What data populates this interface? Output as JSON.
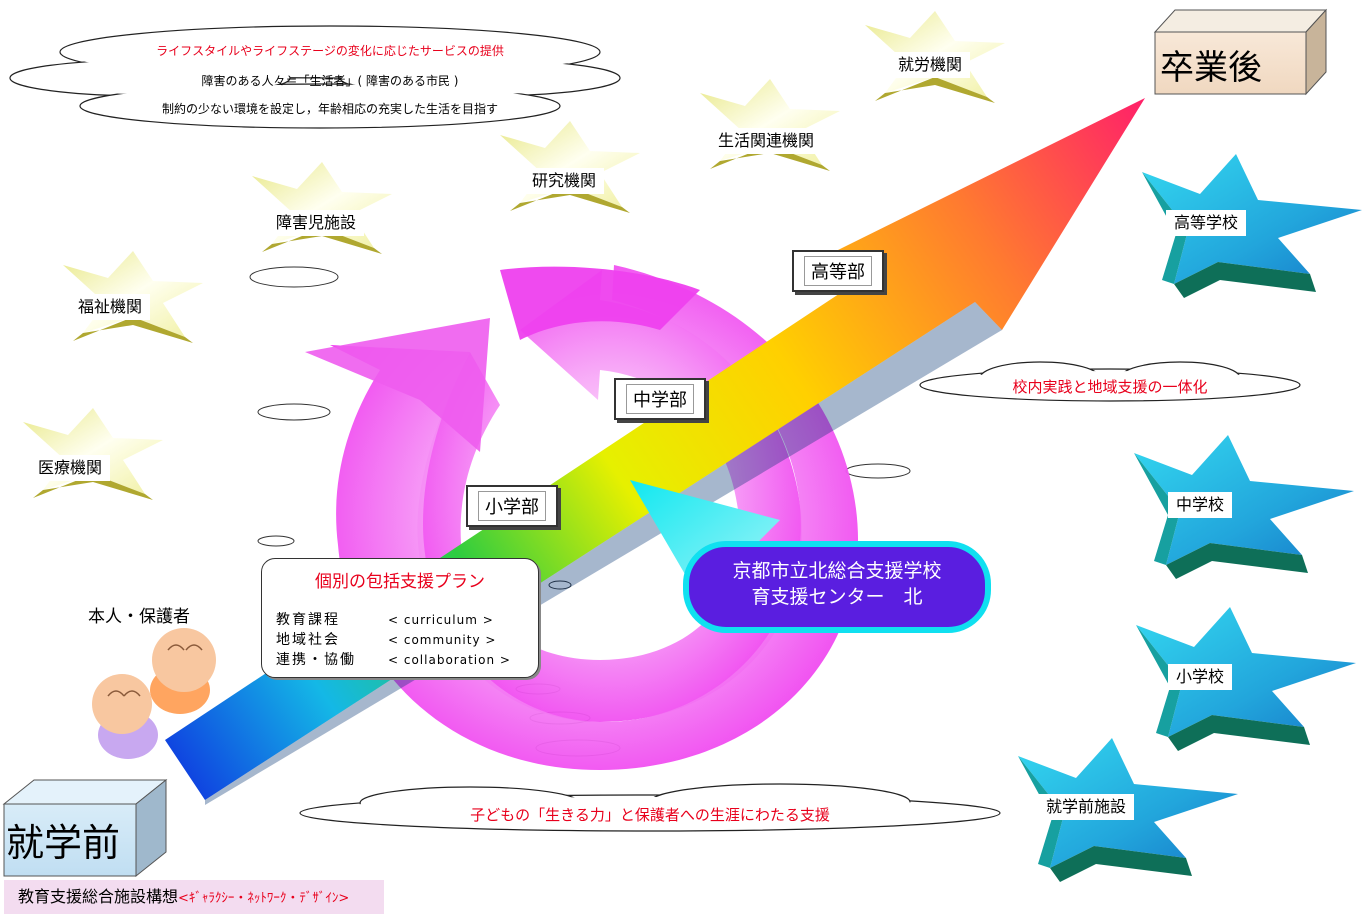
{
  "top_cloud": {
    "line1": "ライフスタイルやライフステージの変化に応じたサービスの提供",
    "line2": "障害のある人々＝「生活者」( 障害のある市民 )",
    "line3": "制約の少ない環境を設定し，年齢相応の充実した生活を目指す"
  },
  "start_box": "就学前",
  "end_box": "卒業後",
  "parent_label": "本人・保護者",
  "yellow_stars": [
    "就労機関",
    "生活関連機関",
    "研究機関",
    "障害児施設",
    "福祉機関",
    "医療機関"
  ],
  "blue_stars": [
    "高等学校",
    "中学校",
    "小学校",
    "就学前施設"
  ],
  "stage_labels": [
    "小学部",
    "中学部",
    "高等部"
  ],
  "plan": {
    "title": "個別の包括支援プラン",
    "rows": [
      {
        "jp": "教育課程",
        "en": "< curriculum >"
      },
      {
        "jp": "地域社会",
        "en": "< community >"
      },
      {
        "jp": "連携・協働",
        "en": "< collaboration >"
      }
    ]
  },
  "center": {
    "line1": "京都市立北総合支援学校",
    "line2": "育支援センター　北"
  },
  "right_cloud": "校内実践と地域支援の一体化",
  "bottom_cloud": "子どもの「生きる力」と保護者への生涯にわたる支援",
  "footer": {
    "title": "教育支援総合施設構想",
    "subtitle": "<ｷﾞｬﾗｸｼｰ・ﾈｯﾄﾜｰｸ・ﾃﾞｻﾞｲﾝ>"
  },
  "colors": {
    "yellow_star": "#f0f0a0",
    "blue_star": "#29b8e0",
    "magenta_ring": "#ee3cee",
    "center_badge": "#5a1ee0",
    "accent_red": "#e8001c"
  }
}
